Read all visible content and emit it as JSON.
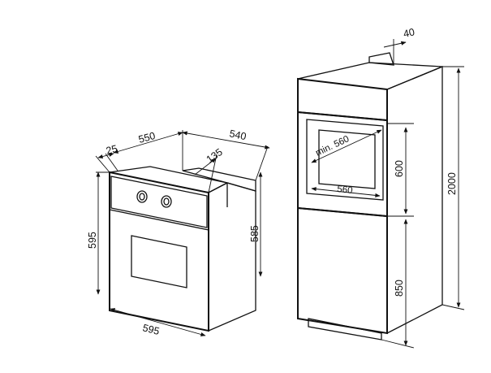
{
  "dimensions": {
    "oven_depth_flange": "25",
    "oven_body_depth": "550",
    "oven_depth_total": "540",
    "oven_front_depth": "135",
    "oven_height": "595",
    "oven_body_height": "585",
    "oven_width": "595",
    "cabinet_min_width": "min. 560",
    "cabinet_depth": "560",
    "cabinet_niche_height": "600",
    "cabinet_base_height": "850",
    "cabinet_total_height": "2000",
    "cabinet_top_offset": "40"
  },
  "colors": {
    "line": "#111111",
    "background": "#ffffff"
  }
}
